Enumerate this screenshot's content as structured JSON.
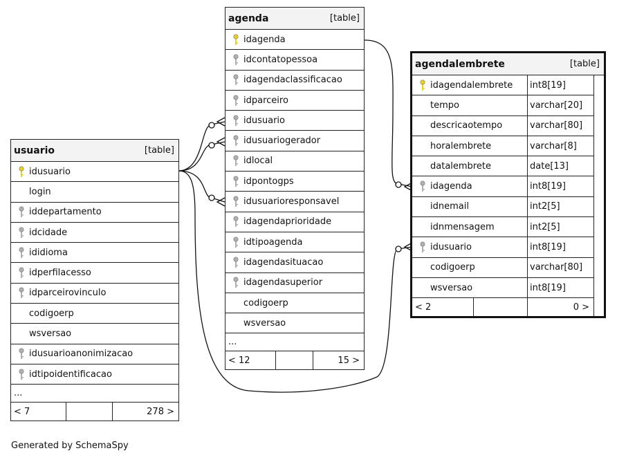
{
  "usuario": {
    "name": "usuario",
    "tag": "[table]",
    "columns": [
      {
        "name": "idusuario",
        "key": "primary"
      },
      {
        "name": "login",
        "key": "none"
      },
      {
        "name": "iddepartamento",
        "key": "foreign"
      },
      {
        "name": "idcidade",
        "key": "foreign"
      },
      {
        "name": "ididioma",
        "key": "foreign"
      },
      {
        "name": "idperfilacesso",
        "key": "foreign"
      },
      {
        "name": "idparceirovinculo",
        "key": "foreign"
      },
      {
        "name": "codigoerp",
        "key": "none"
      },
      {
        "name": "wsversao",
        "key": "none"
      },
      {
        "name": "idusuarioanonimizacao",
        "key": "foreign"
      },
      {
        "name": "idtipoidentificacao",
        "key": "foreign"
      }
    ],
    "ellipsis": "...",
    "footer": {
      "parents": "< 7",
      "children": "278 >"
    }
  },
  "agenda": {
    "name": "agenda",
    "tag": "[table]",
    "columns": [
      {
        "name": "idagenda",
        "key": "primary"
      },
      {
        "name": "idcontatopessoa",
        "key": "foreign"
      },
      {
        "name": "idagendaclassificacao",
        "key": "foreign"
      },
      {
        "name": "idparceiro",
        "key": "foreign"
      },
      {
        "name": "idusuario",
        "key": "foreign"
      },
      {
        "name": "idusuariogerador",
        "key": "foreign"
      },
      {
        "name": "idlocal",
        "key": "foreign"
      },
      {
        "name": "idpontogps",
        "key": "foreign"
      },
      {
        "name": "idusuarioresponsavel",
        "key": "foreign"
      },
      {
        "name": "idagendaprioridade",
        "key": "foreign"
      },
      {
        "name": "idtipoagenda",
        "key": "foreign"
      },
      {
        "name": "idagendasituacao",
        "key": "foreign"
      },
      {
        "name": "idagendasuperior",
        "key": "foreign"
      },
      {
        "name": "codigoerp",
        "key": "none"
      },
      {
        "name": "wsversao",
        "key": "none"
      }
    ],
    "ellipsis": "...",
    "footer": {
      "parents": "< 12",
      "children": "15 >"
    }
  },
  "agendalembrete": {
    "name": "agendalembrete",
    "tag": "[table]",
    "columns": [
      {
        "name": "idagendalembrete",
        "type": "int8[19]",
        "key": "primary"
      },
      {
        "name": "tempo",
        "type": "varchar[20]",
        "key": "none"
      },
      {
        "name": "descricaotempo",
        "type": "varchar[80]",
        "key": "none"
      },
      {
        "name": "horalembrete",
        "type": "varchar[8]",
        "key": "none"
      },
      {
        "name": "datalembrete",
        "type": "date[13]",
        "key": "none"
      },
      {
        "name": "idagenda",
        "type": "int8[19]",
        "key": "foreign"
      },
      {
        "name": "idnemail",
        "type": "int2[5]",
        "key": "none"
      },
      {
        "name": "idnmensagem",
        "type": "int2[5]",
        "key": "none"
      },
      {
        "name": "idusuario",
        "type": "int8[19]",
        "key": "foreign"
      },
      {
        "name": "codigoerp",
        "type": "varchar[80]",
        "key": "none"
      },
      {
        "name": "wsversao",
        "type": "int8[19]",
        "key": "none"
      }
    ],
    "footer": {
      "parents": "< 2",
      "children": "0 >"
    }
  },
  "credit": "Generated by SchemaSpy",
  "colors": {
    "primary_key": "#e8d21a",
    "foreign_key": "#b0b0b0",
    "line": "#111111",
    "header_bg": "#f3f3f3"
  }
}
